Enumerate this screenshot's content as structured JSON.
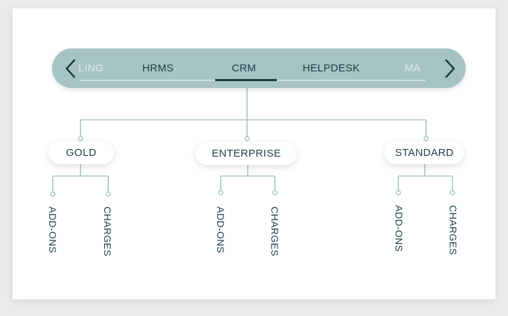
{
  "tabs": [
    {
      "label": "LING",
      "faded": true
    },
    {
      "label": "HRMS",
      "faded": false
    },
    {
      "label": "CRM",
      "faded": false,
      "active": true
    },
    {
      "label": "HELPDESK",
      "faded": false
    },
    {
      "label": "MA",
      "faded": true
    }
  ],
  "icons": {
    "prev": "chevron-left-icon",
    "next": "chevron-right-icon"
  },
  "plans": [
    {
      "name": "GOLD",
      "children": [
        "ADD-ONS",
        "CHARGES"
      ]
    },
    {
      "name": "ENTERPRISE",
      "children": [
        "ADD-ONS",
        "CHARGES"
      ]
    },
    {
      "name": "STANDARD",
      "children": [
        "ADD-ONS",
        "CHARGES"
      ]
    }
  ],
  "colors": {
    "bar": "#a6c4c4",
    "text": "#1f3a44",
    "line": "#a9c3c6"
  }
}
